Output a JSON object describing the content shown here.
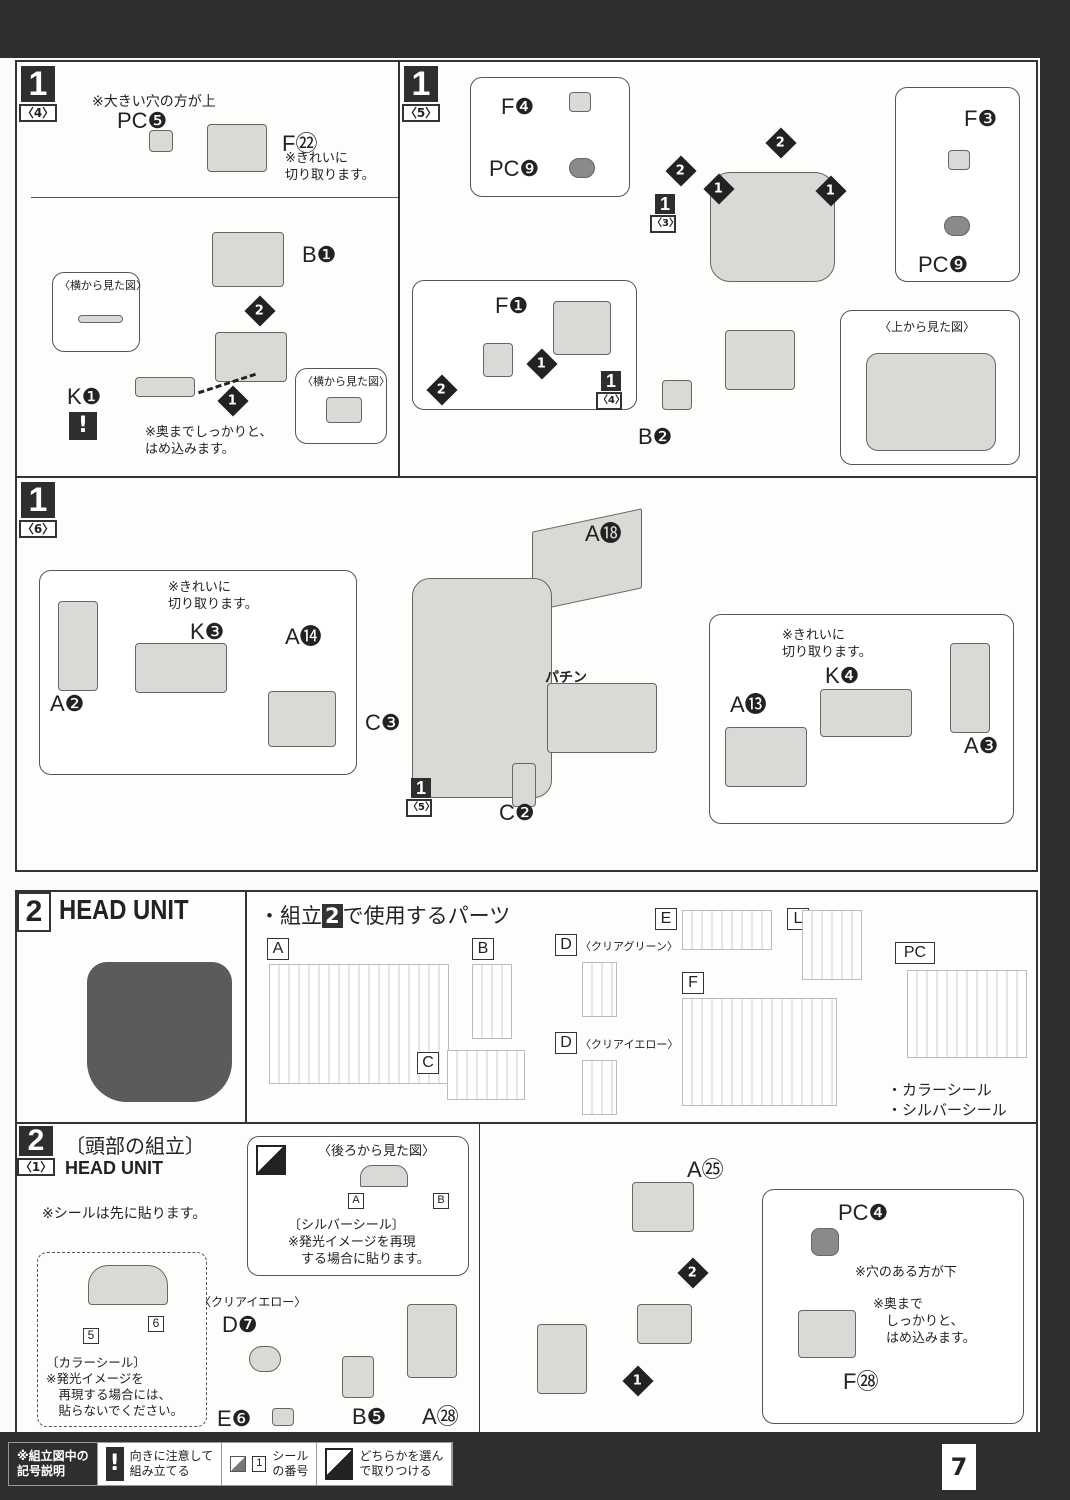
{
  "page_number": "7",
  "step1_4": {
    "step": "1",
    "sub": "〈4〉",
    "note_top": "※大きい穴の方が上",
    "pc5": "PC❺",
    "f22": "F㉒",
    "f22_note": "※きれいに\n切り取ります。",
    "b1": "B❶",
    "k1": "K❶",
    "side_view": "〈横から見た図〉",
    "side_view2": "〈横から見た図〉",
    "insert_note": "※奥までしっかりと、\nはめ込みます。",
    "s1": "1",
    "s2": "2",
    "warn": "!"
  },
  "step1_5": {
    "step": "1",
    "sub": "〈5〉",
    "f4": "F❹",
    "pc9": "PC❾",
    "f3": "F❸",
    "pc9b": "PC❾",
    "f1": "F❶",
    "b2": "B❷",
    "ref3_step": "1",
    "ref3_sub": "〈3〉",
    "ref4_step": "1",
    "ref4_sub": "〈4〉",
    "top_view": "〈上から見た図〉",
    "s1": "1",
    "s2": "2"
  },
  "step1_6": {
    "step": "1",
    "sub": "〈6〉",
    "a18": "A⓲",
    "a2": "A❷",
    "k3": "K❸",
    "a14": "A⓮",
    "a13": "A⓭",
    "k4": "K❹",
    "a3": "A❸",
    "c3": "C❸",
    "c2": "C❷",
    "note_left": "※きれいに\n切り取ります。",
    "note_right": "※きれいに\n切り取ります。",
    "snap": "パチン",
    "ref5_step": "1",
    "ref5_sub": "〈5〉"
  },
  "step2_header": {
    "num": "2",
    "title": "HEAD UNIT",
    "parts_title_pre": "・組立",
    "parts_title_num": "2",
    "parts_title_post": "で使用するパーツ",
    "runners": [
      {
        "tag": "A",
        "note": ""
      },
      {
        "tag": "B",
        "note": ""
      },
      {
        "tag": "C",
        "note": ""
      },
      {
        "tag": "D",
        "note": "〈クリアグリーン〉"
      },
      {
        "tag": "D",
        "note": "〈クリアイエロー〉"
      },
      {
        "tag": "E",
        "note": ""
      },
      {
        "tag": "F",
        "note": ""
      },
      {
        "tag": "L",
        "note": ""
      },
      {
        "tag": "PC",
        "note": ""
      }
    ],
    "stickers": [
      "・カラーシール",
      "・シルバーシール"
    ]
  },
  "step2_1": {
    "num": "2",
    "sub": "〈1〉",
    "title_jp": "〔頭部の組立〕",
    "title_en": "HEAD UNIT",
    "seal_first": "※シールは先に貼ります。",
    "back_view": "〈後ろから見た図〉",
    "seal_a": "A",
    "seal_b": "B",
    "silver_note": "〔シルバーシール〕\n※発光イメージを再現\n　する場合に貼ります。",
    "seal5": "5",
    "seal6": "6",
    "color_note": "〔カラーシール〕\n※発光イメージを\n　再現する場合には、\n　貼らないでください。",
    "clear_yellow": "〈クリアイエロー〉",
    "d7": "D❼",
    "e6": "E❻",
    "b5": "B❺",
    "a28": "A㉘",
    "a25": "A㉕",
    "pc4": "PC❹",
    "f28": "F㉘",
    "hole_note": "※穴のある方が下",
    "insert_note": "※奥まで\n　しっかりと、\n　はめ込みます。",
    "s1": "1",
    "s2": "2"
  },
  "legend": {
    "title": "※組立図中の\n記号説明",
    "warn": "!",
    "warn_text": "向きに注意して\n組み立てる",
    "seal_num": "1",
    "seal_text": "シール\nの番号",
    "choose_text": "どちらかを選ん\nで取りつける"
  }
}
